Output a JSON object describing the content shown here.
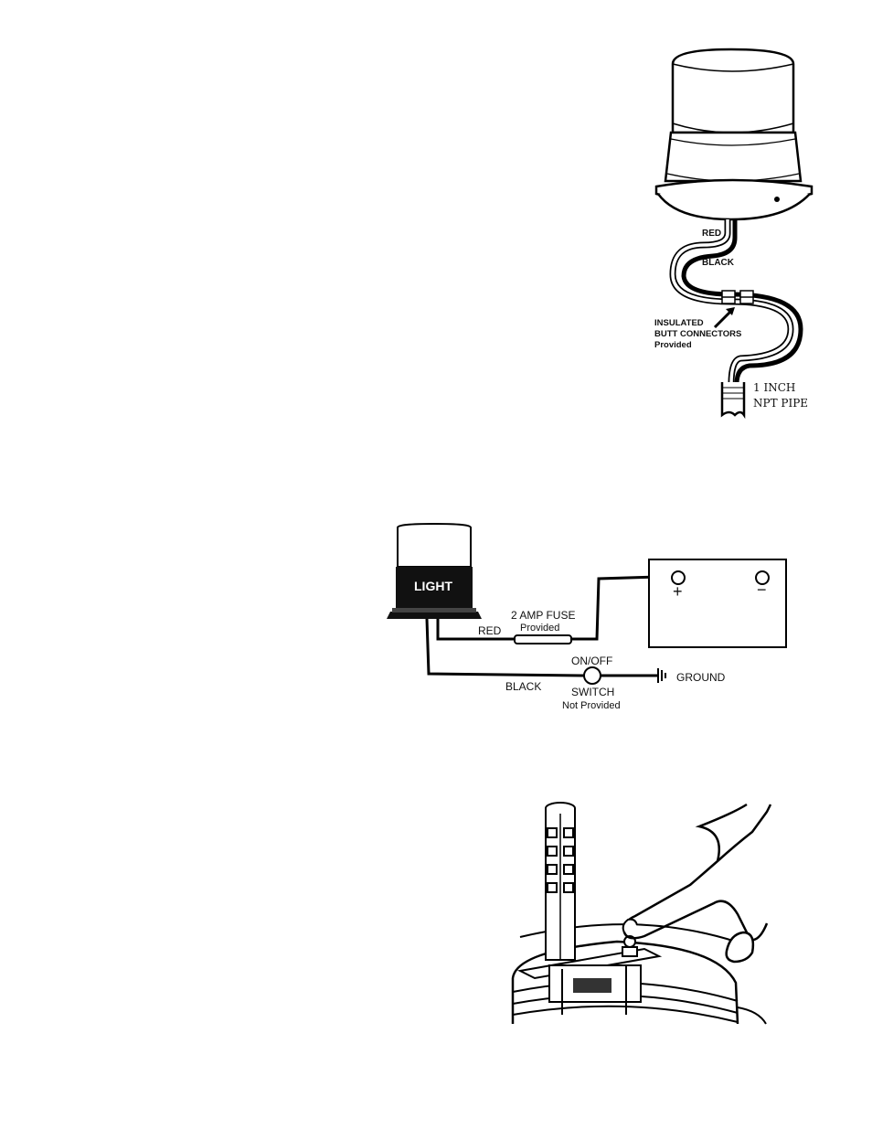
{
  "figure1": {
    "red_label": "RED",
    "black_label": "BLACK",
    "connectors_line1": "INSULATED",
    "connectors_line2": "BUTT CONNECTORS",
    "connectors_line3": "Provided",
    "pipe_line1": "1 INCH",
    "pipe_line2": "NPT PIPE"
  },
  "figure2": {
    "light_label": "LIGHT",
    "fuse_label": "2 AMP FUSE",
    "fuse_sub": "Provided",
    "red_label": "RED",
    "black_label": "BLACK",
    "switch_top": "ON/OFF",
    "switch_label": "SWITCH",
    "switch_sub": "Not Provided",
    "ground_label": "GROUND",
    "plus": "+",
    "minus": "−"
  }
}
